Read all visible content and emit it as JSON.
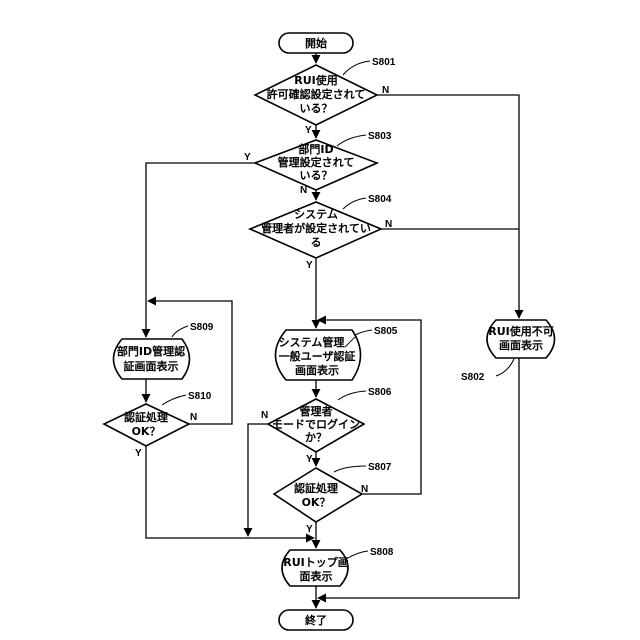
{
  "nodes": {
    "start": {
      "lines": [
        "開始"
      ]
    },
    "s801": {
      "lines": [
        "RUI使用",
        "許可確認設定されて",
        "いる？"
      ],
      "step": "S801"
    },
    "s803": {
      "lines": [
        "部門ID",
        "管理設定されて",
        "いる？"
      ],
      "step": "S803"
    },
    "s804": {
      "lines": [
        "システム",
        "管理者が設定されてい",
        "る"
      ],
      "step": "S804"
    },
    "s802": {
      "lines": [
        "RUI使用不可",
        "画面表示"
      ],
      "step": "S802"
    },
    "s809": {
      "lines": [
        "部門ID管理認",
        "証画面表示"
      ],
      "step": "S809"
    },
    "s805": {
      "lines": [
        "システム管理／",
        "一般ユーザ認証",
        "画面表示"
      ],
      "step": "S805"
    },
    "s810": {
      "lines": [
        "認証処理",
        "OK？"
      ],
      "step": "S810"
    },
    "s806": {
      "lines": [
        "管理者",
        "モードでログイン",
        "か？"
      ],
      "step": "S806"
    },
    "s807": {
      "lines": [
        "認証処理",
        "OK？"
      ],
      "step": "S807"
    },
    "s808": {
      "lines": [
        "RUIトップ画",
        "面表示"
      ],
      "step": "S808"
    },
    "end": {
      "lines": [
        "終了"
      ]
    }
  },
  "branches": {
    "yes": "Y",
    "no": "N"
  }
}
